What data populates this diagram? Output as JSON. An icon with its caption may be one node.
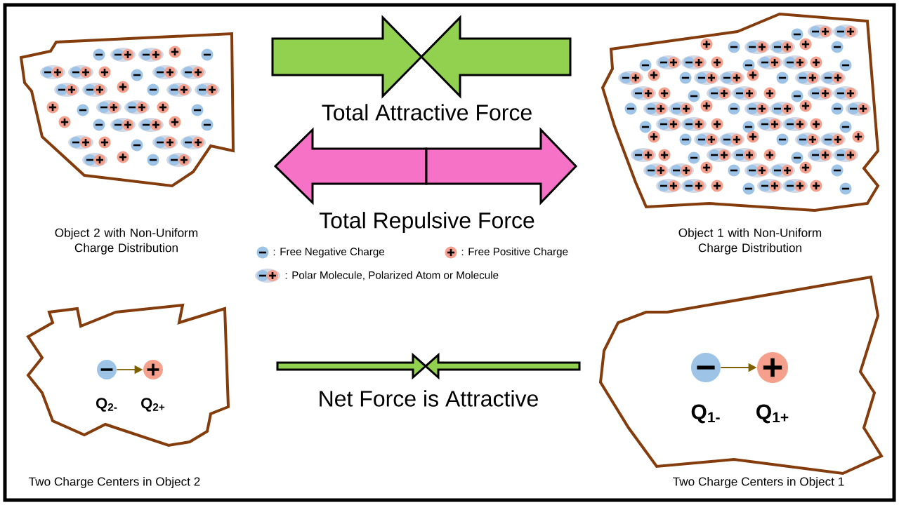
{
  "diagram": {
    "nodes": [
      {
        "text": [],
        "shape": "circle",
        "beside": [
          "Q$_{2-}$"
        ]
      },
      {
        "text": [],
        "shape": "circle",
        "beside": [
          "Q$_{2+}$"
        ]
      },
      {
        "text": [],
        "shape": "circle",
        "beside": [
          "Q$_{1-}$"
        ]
      },
      {
        "text": [],
        "shape": "circle",
        "beside": [
          "Q$_{1+}$"
        ]
      }
    ],
    "edges": [
      {
        "from": 0,
        "to": 1,
        "arrow": "to"
      },
      {
        "from": 2,
        "to": 3,
        "arrow": "to"
      }
    ],
    "labels": [
      "Total Attractive Force",
      "Total Repulsive Force",
      "Object 2 with Non-Uniform Charge Distribution",
      "Object 1 with Non-Uniform Charge Distribution",
      "Net Force is Attractive",
      "Two Charge Centers in Object 2",
      "Two Charge Centers in Object 1"
    ],
    "legend": [
      {
        "text": ": Free Negative Charge"
      },
      {
        "text": ": Free Positive Charge"
      },
      {
        "text": ": Polar Molecule, Polarized Atom or Molecule"
      }
    ]
  }
}
